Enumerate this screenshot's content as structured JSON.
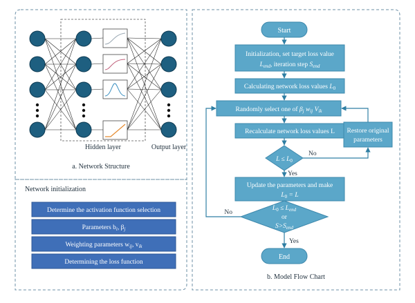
{
  "panel_a": {
    "hidden_label": "Hidden layer",
    "output_label": "Output layer",
    "caption": "a. Network Structure"
  },
  "panel_init": {
    "title": "Network initialization",
    "items": [
      "Determine the activation function selection",
      "Parameters b",
      "Weighting parameters w",
      "Determining the loss function"
    ],
    "item2_tail": ", β",
    "item2_sub_i": "i",
    "item2_sub_j": "j",
    "item3_tail": ", v",
    "item3_sub_ij": "ij",
    "item3_sub_ik": "ik"
  },
  "panel_b": {
    "caption": "b. Model Flow Chart",
    "start": "Start",
    "init_line1": "Initialization, set target loss value",
    "init_L": "L",
    "init_L_sub": "end",
    "init_mid": ", iteration step ",
    "init_S": "S",
    "init_S_sub": "end",
    "calc_text": "Calculating network loss values ",
    "calc_L": "L",
    "calc_sub": "0",
    "random_text": "Randomly select one of ",
    "random_beta": "β",
    "random_sub_j": "j",
    "random_w": " w",
    "random_sub_ij": "ij",
    "random_V": " V",
    "random_sub_ik": "ik",
    "recalc": "Recalculate network loss values L",
    "restore_line1": "Restore original",
    "restore_line2": "parameters",
    "dec1_L": "L ≤ L",
    "dec1_sub": "0",
    "yes1": "Yes",
    "no1": "No",
    "update_line1": "Update the parameters and make",
    "update_L0": "L",
    "update_sub": "0",
    "update_rest": " = L",
    "dec2_l1": "L",
    "dec2_l1_sub": "0",
    "dec2_l1_rest": " ≤ L",
    "dec2_l1_sub2": "end",
    "dec2_or": "or",
    "dec2_l3": "S>S",
    "dec2_l3_sub": "end",
    "yes2": "Yes",
    "no2": "No",
    "end": "End"
  }
}
